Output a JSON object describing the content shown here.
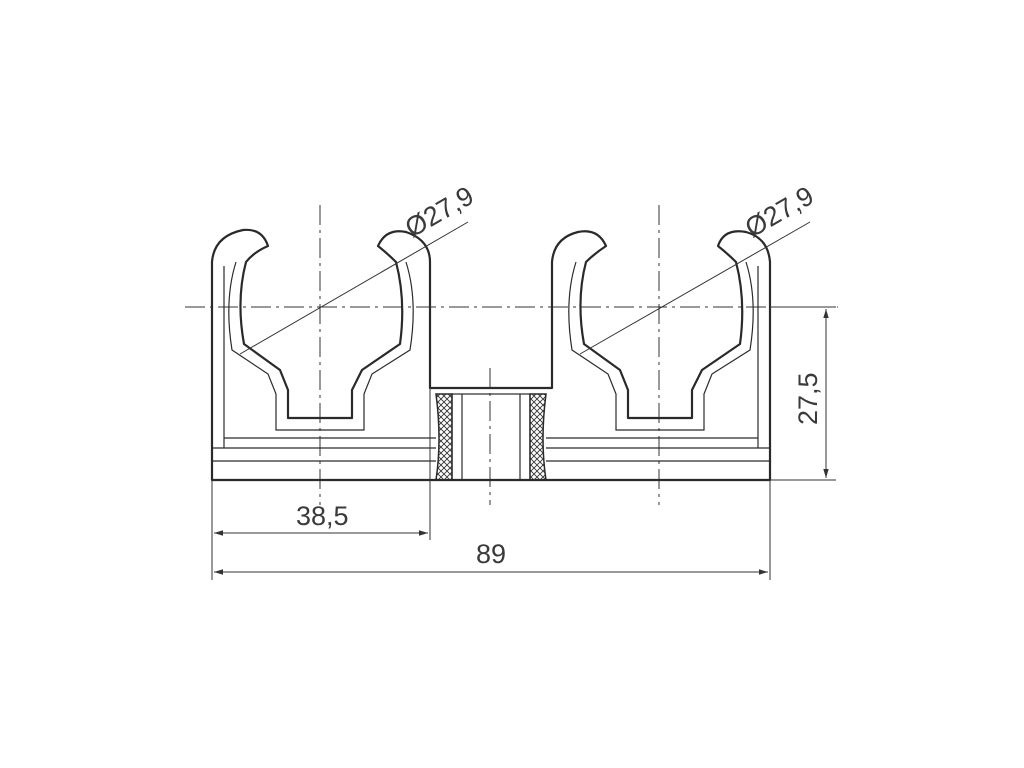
{
  "drawing": {
    "dimensions": {
      "diameter_left": "Ø27,9",
      "diameter_right": "Ø27,9",
      "height": "27,5",
      "pitch": "38,5",
      "overall_width": "89"
    }
  }
}
